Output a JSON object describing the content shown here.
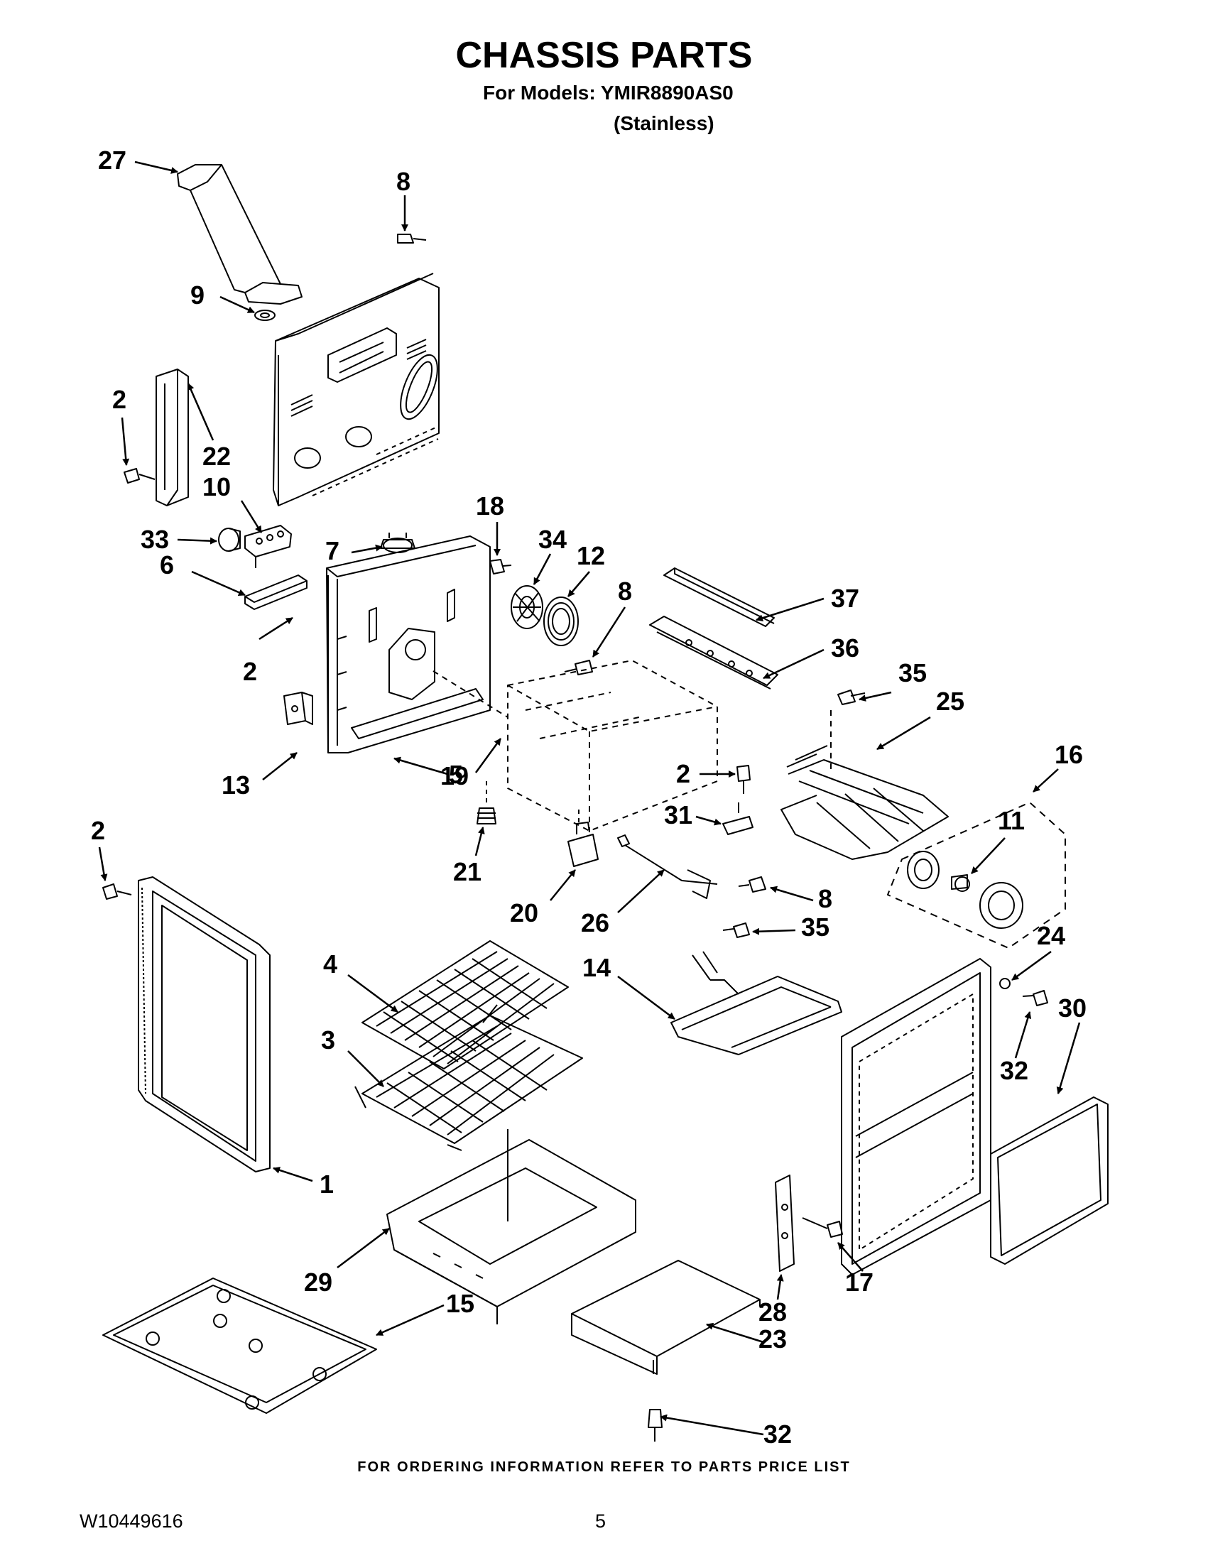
{
  "header": {
    "title": "CHASSIS PARTS",
    "models_line": "For Models: YMIR8890AS0",
    "variant": "(Stainless)"
  },
  "callouts": [
    "27",
    "8",
    "9",
    "2",
    "22",
    "10",
    "33",
    "6",
    "7",
    "18",
    "34",
    "12",
    "8",
    "37",
    "36",
    "2",
    "35",
    "25",
    "13",
    "19",
    "5",
    "2",
    "16",
    "11",
    "31",
    "21",
    "2",
    "20",
    "26",
    "8",
    "35",
    "4",
    "14",
    "24",
    "30",
    "3",
    "32",
    "1",
    "29",
    "17",
    "15",
    "28",
    "23",
    "32"
  ],
  "footer": {
    "ordering_note": "FOR ORDERING INFORMATION REFER TO PARTS PRICE LIST",
    "doc_number": "W10449616",
    "page_number": "5"
  }
}
